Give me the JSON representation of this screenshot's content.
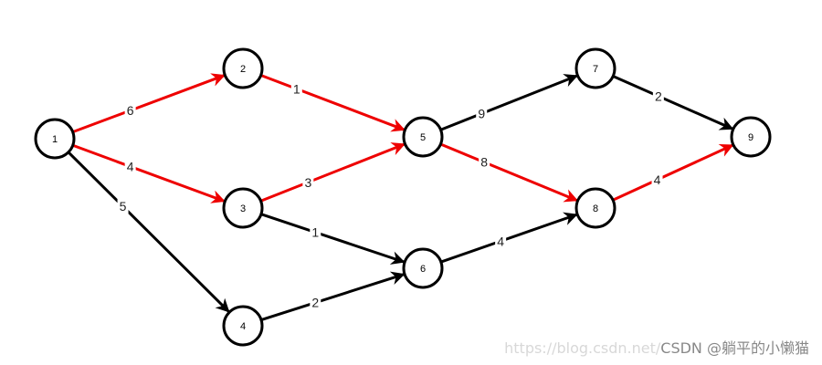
{
  "diagram": {
    "nodes": [
      {
        "id": "1",
        "label": "1"
      },
      {
        "id": "2",
        "label": "2"
      },
      {
        "id": "3",
        "label": "3"
      },
      {
        "id": "4",
        "label": "4"
      },
      {
        "id": "5",
        "label": "5"
      },
      {
        "id": "6",
        "label": "6"
      },
      {
        "id": "7",
        "label": "7"
      },
      {
        "id": "8",
        "label": "8"
      },
      {
        "id": "9",
        "label": "9"
      }
    ],
    "edges": [
      {
        "from": "1",
        "to": "2",
        "weight": "6",
        "critical": true
      },
      {
        "from": "1",
        "to": "3",
        "weight": "4",
        "critical": true
      },
      {
        "from": "1",
        "to": "4",
        "weight": "5",
        "critical": false
      },
      {
        "from": "2",
        "to": "5",
        "weight": "1",
        "critical": true
      },
      {
        "from": "3",
        "to": "5",
        "weight": "3",
        "critical": true
      },
      {
        "from": "3",
        "to": "6",
        "weight": "1",
        "critical": false
      },
      {
        "from": "4",
        "to": "6",
        "weight": "2",
        "critical": false
      },
      {
        "from": "5",
        "to": "7",
        "weight": "9",
        "critical": false
      },
      {
        "from": "5",
        "to": "8",
        "weight": "8",
        "critical": true
      },
      {
        "from": "6",
        "to": "8",
        "weight": "4",
        "critical": false
      },
      {
        "from": "7",
        "to": "9",
        "weight": "2",
        "critical": false
      },
      {
        "from": "8",
        "to": "9",
        "weight": "4",
        "critical": true
      }
    ],
    "colors": {
      "critical_edge": "#ee0000",
      "normal_edge": "#000000",
      "node_stroke": "#000000",
      "node_fill": "#ffffff"
    }
  },
  "watermark": {
    "site": "https://blog.csdn.net/",
    "author": "CSDN @躺平的小懒猫"
  }
}
